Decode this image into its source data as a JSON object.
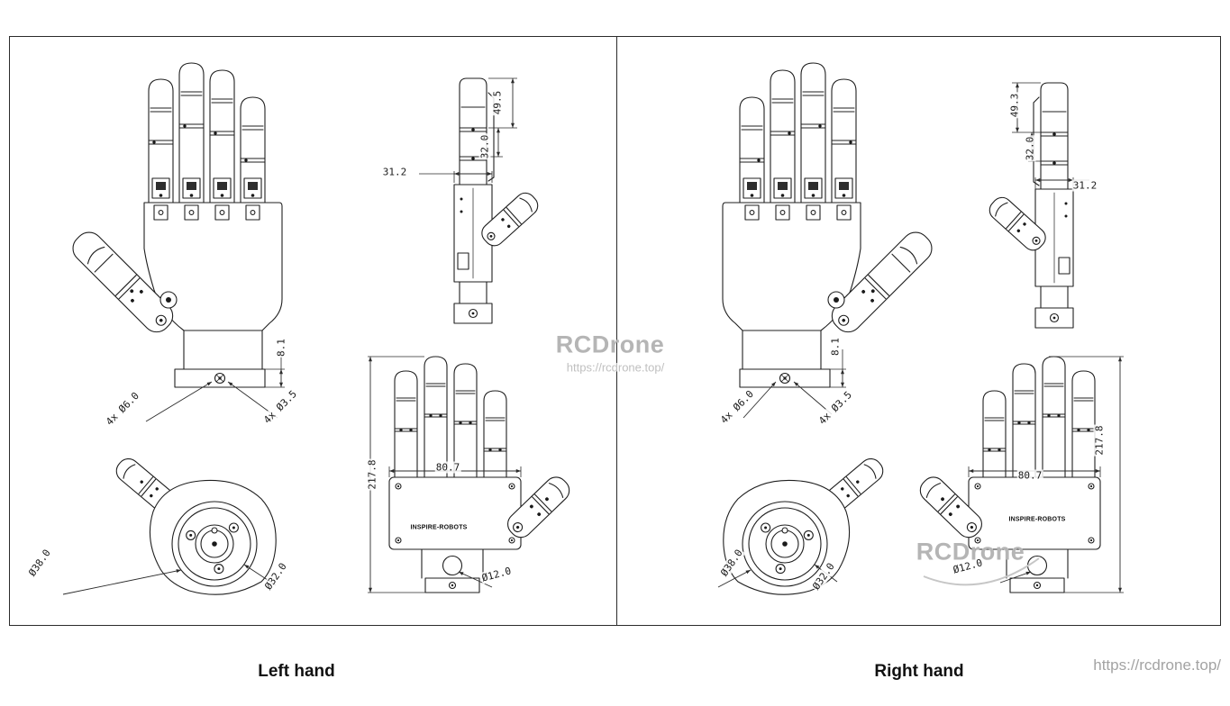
{
  "captions": {
    "left": "Left hand",
    "right": "Right hand"
  },
  "watermarks": {
    "brand": "RCDrone",
    "url": "https://rcdrone.top/",
    "corner_url": "https://rcdrone.top/"
  },
  "left": {
    "brand_label": "INSPIRE-ROBOTS",
    "dims": {
      "finger_tip": "49.5",
      "finger_mid": "32.0",
      "side_width": "31.2",
      "base_height": "8.1",
      "mount_holes_large": "4x Ø6.0",
      "mount_holes_small": "4x Ø3.5",
      "connector_outer": "Ø38.0",
      "connector_inner": "Ø32.0",
      "total_height": "217.8",
      "palm_width": "80.7",
      "wrist_hole": "Ø12.0"
    }
  },
  "right": {
    "brand_label": "INSPIRE-ROBOTS",
    "dims": {
      "finger_tip": "49.3",
      "finger_mid": "32.0",
      "side_width": "31.2",
      "base_height": "8.1",
      "mount_holes_large": "4x Ø6.0",
      "mount_holes_small": "4x Ø3.5",
      "connector_outer": "Ø38.0",
      "connector_inner": "Ø32.0",
      "total_height": "217.8",
      "palm_width": "80.7",
      "wrist_hole": "Ø12.0"
    }
  }
}
